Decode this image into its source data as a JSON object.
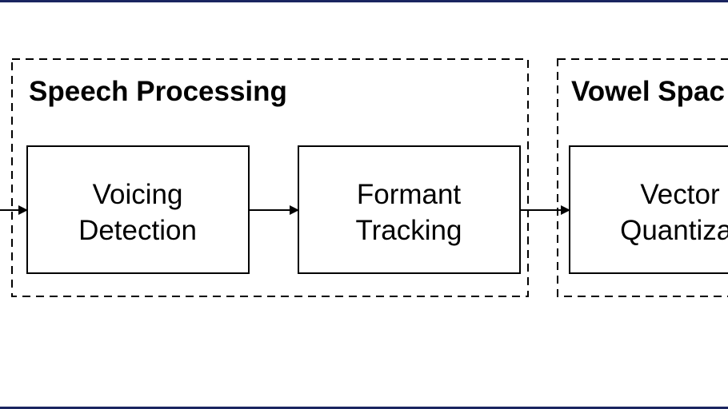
{
  "groups": [
    {
      "title": "Speech Processing"
    },
    {
      "title": "Vowel Spac"
    }
  ],
  "boxes": [
    {
      "line1": "Voicing",
      "line2": "Detection"
    },
    {
      "line1": "Formant",
      "line2": "Tracking"
    },
    {
      "line1": "Vector",
      "line2": "Quantizat"
    }
  ],
  "colors": {
    "stroke": "#000000",
    "frame": "#1a2560"
  }
}
